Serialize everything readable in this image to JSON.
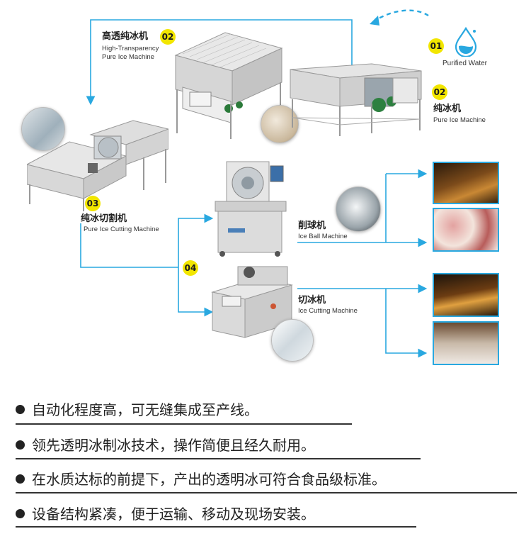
{
  "colors": {
    "accent": "#29a8e0",
    "badge": "#f2e600",
    "text": "#222222"
  },
  "steps": {
    "water": {
      "num": "01",
      "label_en": "Purified Water",
      "icon": "water-drop-icon"
    },
    "pure_ice": {
      "num": "02",
      "label_cn": "纯冰机",
      "label_en": "Pure Ice Machine"
    },
    "high_trans": {
      "num": "02",
      "label_cn": "高透纯冰机",
      "label_en1": "High-Transparency",
      "label_en2": "Pure Ice Machine"
    },
    "cutting": {
      "num": "03",
      "label_cn": "纯冰切割机",
      "label_en": "Pure Ice Cutting Machine"
    },
    "branch": {
      "num": "04"
    },
    "ice_ball": {
      "label_cn": "削球机",
      "label_en": "Ice Ball Machine"
    },
    "ice_cut": {
      "label_cn": "切冰机",
      "label_en": "Ice Cutting Machine"
    }
  },
  "features": [
    "自动化程度高，可无缝集成至产线。",
    "领先透明冰制冰技术，操作简便且经久耐用。",
    "在水质达标的前提下，产出的透明冰可符合食品级标准。",
    "设备结构紧凑，便于运输、移动及现场安装。"
  ]
}
